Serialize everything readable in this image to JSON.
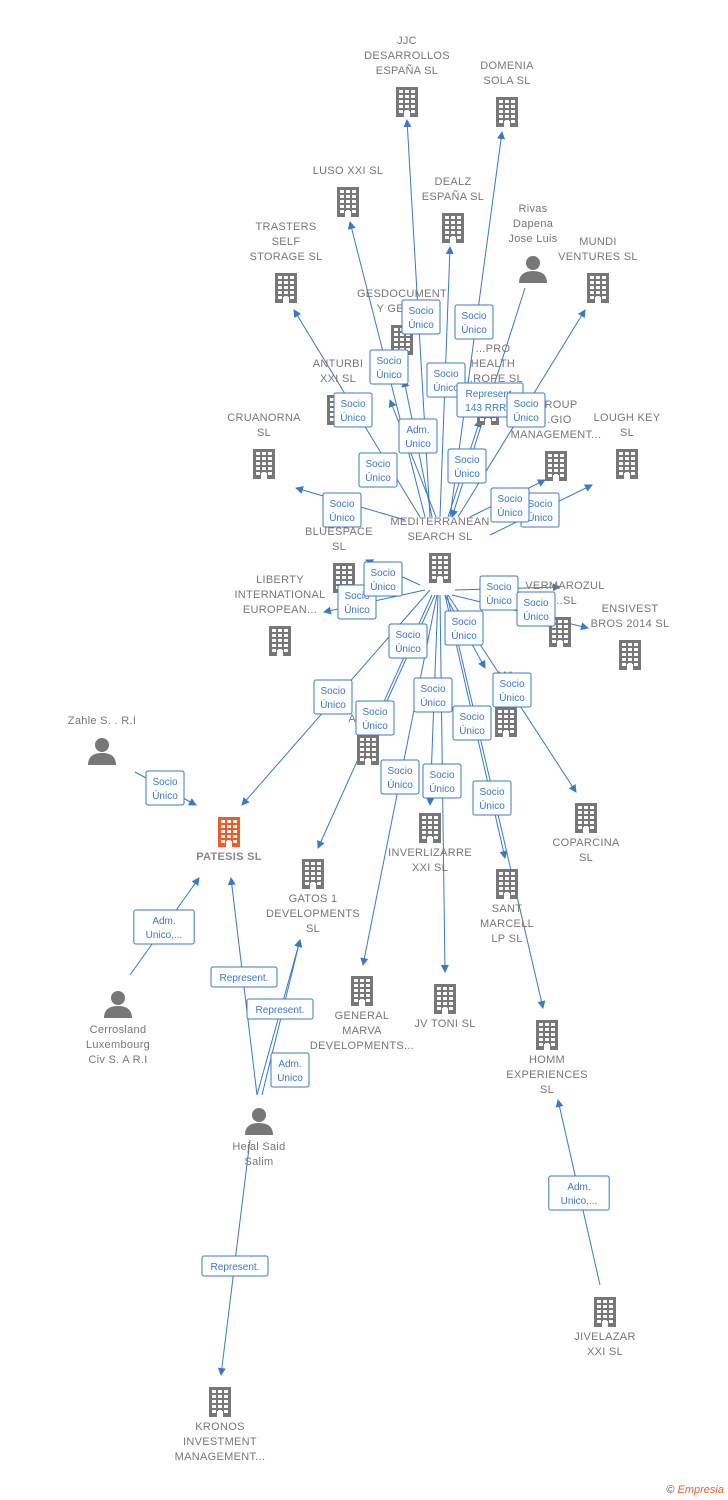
{
  "colors": {
    "edge": "#3a78c8",
    "building": "#777777",
    "focus": "#f05a28",
    "person": "#777777"
  },
  "nodes": [
    {
      "id": "jjc",
      "kind": "company",
      "label": [
        "JJC",
        "DESARROLLOS",
        "ESPAÑA  SL"
      ]
    },
    {
      "id": "domenia",
      "kind": "company",
      "label": [
        "DOMENIA",
        "SOLA SL"
      ]
    },
    {
      "id": "luso",
      "kind": "company",
      "label": [
        "LUSO XXI  SL"
      ]
    },
    {
      "id": "dealz",
      "kind": "company",
      "label": [
        "DEALZ",
        "ESPAÑA  SL"
      ]
    },
    {
      "id": "rivas",
      "kind": "person",
      "label": [
        "Rivas",
        "Dapena",
        "Jose Luis"
      ]
    },
    {
      "id": "trasters",
      "kind": "company",
      "label": [
        "TRASTERS",
        "SELF",
        "STORAGE  SL"
      ]
    },
    {
      "id": "mundi",
      "kind": "company",
      "label": [
        "MUNDI",
        "VENTURES  SL"
      ]
    },
    {
      "id": "gesdoc",
      "kind": "company",
      "label": [
        "GESDOCUMENT",
        "Y GEST..."
      ]
    },
    {
      "id": "eurohealth",
      "kind": "company",
      "label": [
        "...PRO",
        "HEALTH",
        "...ROPE  SL"
      ]
    },
    {
      "id": "anturbi",
      "kind": "company",
      "label": [
        "ANTURBI",
        "XXI  SL"
      ]
    },
    {
      "id": "rrr",
      "kind": "company",
      "label": [
        "143 RRR..."
      ]
    },
    {
      "id": "group",
      "kind": "company",
      "label": [
        "...ROUP",
        "...GIO",
        "MANAGEMENT..."
      ]
    },
    {
      "id": "cruanorna",
      "kind": "company",
      "label": [
        "CRUANORNA",
        "SL"
      ]
    },
    {
      "id": "loughkey",
      "kind": "company",
      "label": [
        "LOUGH KEY",
        "SL"
      ]
    },
    {
      "id": "mediterranean",
      "kind": "company",
      "label": [
        "MEDITERRANEAN",
        "SEARCH SL"
      ]
    },
    {
      "id": "bluespace",
      "kind": "company",
      "label": [
        "F...",
        "BLUESPACE",
        "SL"
      ]
    },
    {
      "id": "liberty",
      "kind": "company",
      "label": [
        "LIBERTY",
        "INTERNATIONAL",
        "EUROPEAN..."
      ]
    },
    {
      "id": "vermarozul",
      "kind": "company",
      "label": [
        "VERMAROZUL",
        "...SL"
      ]
    },
    {
      "id": "ensivest",
      "kind": "company",
      "label": [
        "ENSIVEST",
        "BROS 2014  SL"
      ]
    },
    {
      "id": "zahle",
      "kind": "person",
      "label": [
        "Zahle S. . R.I"
      ]
    },
    {
      "id": "max",
      "kind": "company",
      "label": [
        "MA...",
        "X..."
      ]
    },
    {
      "id": "ani",
      "kind": "company",
      "label": [
        "ANI..."
      ]
    },
    {
      "id": "patesis",
      "kind": "focus",
      "label": [
        "PATESIS  SL"
      ]
    },
    {
      "id": "coparcina",
      "kind": "company",
      "label": [
        "COPARCINA",
        "SL"
      ]
    },
    {
      "id": "inverlizarre",
      "kind": "company",
      "label": [
        "INVERLIZARRE",
        "XXI  SL"
      ]
    },
    {
      "id": "gatos",
      "kind": "company",
      "label": [
        "GATOS 1",
        "DEVELOPMENTS",
        "SL"
      ]
    },
    {
      "id": "santmarcell",
      "kind": "company",
      "label": [
        "SANT",
        "MARCELL",
        "LP  SL"
      ]
    },
    {
      "id": "cerrosland",
      "kind": "person",
      "label": [
        "Cerrosland",
        "Luxembourg",
        "Civ S.  A R.I"
      ]
    },
    {
      "id": "generalmarva",
      "kind": "company",
      "label": [
        "GENERAL",
        "MARVA",
        "DEVELOPMENTS..."
      ]
    },
    {
      "id": "jvtoni",
      "kind": "company",
      "label": [
        "JV TONI  SL"
      ]
    },
    {
      "id": "homm",
      "kind": "company",
      "label": [
        "HOMM",
        "EXPERIENCES",
        "SL"
      ]
    },
    {
      "id": "hejal",
      "kind": "person",
      "label": [
        "Hejal Said",
        "Salim"
      ]
    },
    {
      "id": "jivelazar",
      "kind": "company",
      "label": [
        "JIVELAZAR",
        "XXI  SL"
      ]
    },
    {
      "id": "kronos",
      "kind": "company",
      "label": [
        "KRONOS",
        "INVESTMENT",
        "MANAGEMENT..."
      ]
    }
  ],
  "edges": [
    {
      "from": "mediterranean",
      "to": "jjc",
      "label": [
        "Socio",
        "Único"
      ]
    },
    {
      "from": "mediterranean",
      "to": "domenia",
      "label": [
        "Socio",
        "Único"
      ]
    },
    {
      "from": "mediterranean",
      "to": "luso",
      "label": [
        "Socio",
        "Único"
      ]
    },
    {
      "from": "mediterranean",
      "to": "dealz",
      "label": [
        "Socio",
        "Único"
      ]
    },
    {
      "from": "rivas",
      "to": "mediterranean",
      "label": [
        "Represent.",
        "143 RRR..."
      ]
    },
    {
      "from": "mediterranean",
      "to": "trasters",
      "label": [
        "Socio",
        "Único"
      ]
    },
    {
      "from": "mediterranean",
      "to": "mundi",
      "label": [
        "Socio",
        "Único"
      ]
    },
    {
      "from": "mediterranean",
      "to": "gesdoc",
      "label": [
        "Adm.",
        "Unico"
      ]
    },
    {
      "from": "mediterranean",
      "to": "anturbi",
      "label": [
        "Socio",
        "Único"
      ]
    },
    {
      "from": "mediterranean",
      "to": "eurohealth",
      "label": [
        "Socio",
        "Único"
      ]
    },
    {
      "from": "mediterranean",
      "to": "cruanorna",
      "label": [
        "Socio",
        "Único"
      ]
    },
    {
      "from": "mediterranean",
      "to": "loughkey",
      "label": [
        "Socio",
        "Único"
      ]
    },
    {
      "from": "mediterranean",
      "to": "group",
      "label": [
        "Socio",
        "Único"
      ]
    },
    {
      "from": "mediterranean",
      "to": "liberty",
      "label": [
        "Socio",
        "Único"
      ]
    },
    {
      "from": "mediterranean",
      "to": "bluespace",
      "label": [
        "Socio",
        "Único"
      ]
    },
    {
      "from": "mediterranean",
      "to": "vermarozul",
      "label": [
        "Socio",
        "Único"
      ]
    },
    {
      "from": "mediterranean",
      "to": "ensivest",
      "label": [
        "Socio",
        "Único"
      ]
    },
    {
      "from": "mediterranean",
      "to": "max",
      "label": [
        "Socio",
        "Único"
      ]
    },
    {
      "from": "mediterranean",
      "to": "ani",
      "label": [
        "Socio",
        "Único"
      ]
    },
    {
      "from": "mediterranean",
      "to": "patesis",
      "label": [
        "Socio",
        "Único"
      ]
    },
    {
      "from": "zahle",
      "to": "patesis",
      "label": [
        "Socio",
        "Único"
      ]
    },
    {
      "from": "mediterranean",
      "to": "coparcina",
      "label": [
        "Socio",
        "Único"
      ]
    },
    {
      "from": "mediterranean",
      "to": "inverlizarre",
      "label": [
        "Socio",
        "Único"
      ]
    },
    {
      "from": "mediterranean",
      "to": "gatos",
      "label": [
        "Socio",
        "Único"
      ]
    },
    {
      "from": "mediterranean",
      "to": "santmarcell",
      "label": [
        "Socio",
        "Único"
      ]
    },
    {
      "from": "mediterranean",
      "to": "generalmarva",
      "label": [
        "Socio",
        "Único"
      ]
    },
    {
      "from": "mediterranean",
      "to": "jvtoni",
      "label": [
        "Socio",
        "Único"
      ]
    },
    {
      "from": "mediterranean",
      "to": "homm",
      "label": [
        "Socio",
        "Único"
      ]
    },
    {
      "from": "cerrosland",
      "to": "patesis",
      "label": [
        "Adm.",
        "Unico,..."
      ]
    },
    {
      "from": "hejal",
      "to": "patesis",
      "label": [
        "Represent."
      ]
    },
    {
      "from": "hejal",
      "to": "gatos",
      "label": [
        "Represent."
      ]
    },
    {
      "from": "hejal",
      "to": "gatos",
      "label": [
        "Adm.",
        "Unico"
      ]
    },
    {
      "from": "hejal",
      "to": "kronos",
      "label": [
        "Represent."
      ]
    },
    {
      "from": "jivelazar",
      "to": "homm",
      "label": [
        "Adm.",
        "Unico,..."
      ]
    }
  ],
  "footer": {
    "copyright": "©",
    "brand": "Empresia"
  }
}
